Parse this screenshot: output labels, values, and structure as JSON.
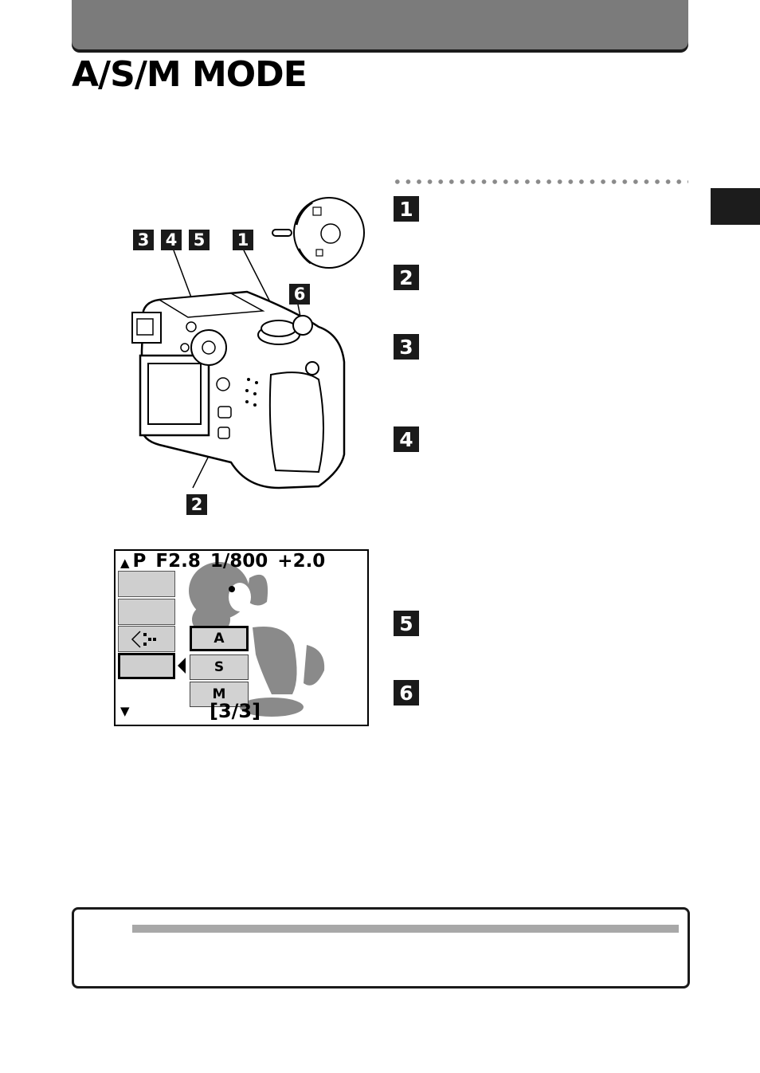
{
  "page": {
    "title": "A/S/M MODE"
  },
  "steps": [
    "1",
    "2",
    "3",
    "4",
    "5",
    "6"
  ],
  "figure": {
    "callouts": [
      "3",
      "4",
      "5",
      "1",
      "6",
      "2"
    ]
  },
  "lcd": {
    "mode": "P",
    "aperture": "F2.8",
    "shutter": "1/800",
    "exposure": "+2.0",
    "options": [
      "A",
      "S",
      "M"
    ],
    "selected_option": "A",
    "page_indicator": "[3/3]"
  },
  "colors": {
    "header_bar": "#7b7b7b",
    "badge": "#1a1a1a",
    "lcd_box": "#cfcfcf"
  }
}
